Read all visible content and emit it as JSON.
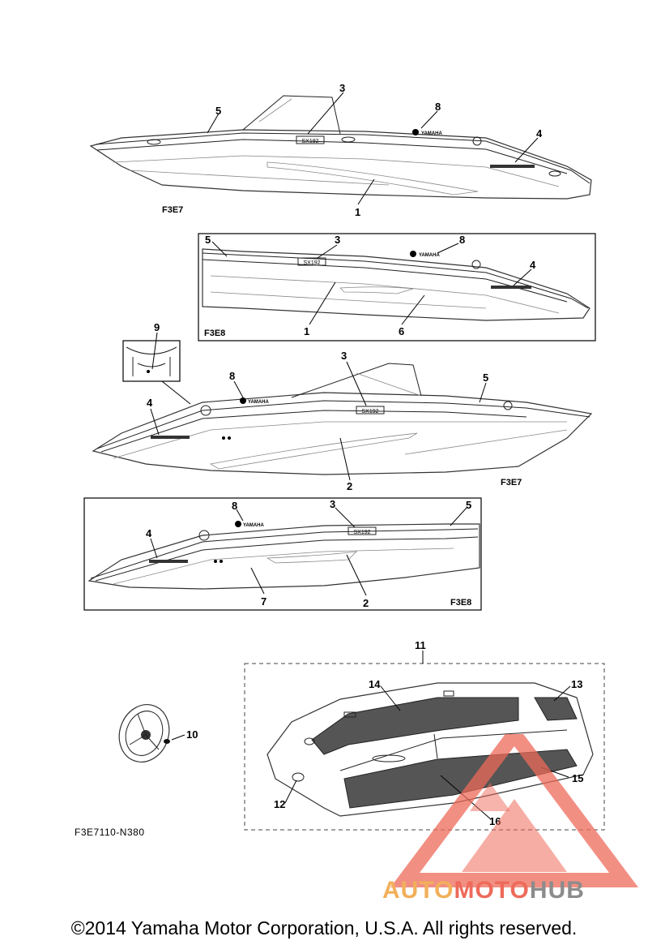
{
  "callouts": {
    "c1a": "1",
    "c3a": "3",
    "c4a": "4",
    "c5a": "5",
    "c8a": "8",
    "c1b": "1",
    "c3b": "3",
    "c4b": "4",
    "c5b": "5",
    "c6b": "6",
    "c8b": "8",
    "c2c": "2",
    "c3c": "3",
    "c4c": "4",
    "c5c": "5",
    "c8c": "8",
    "c9c": "9",
    "c2d": "2",
    "c3d": "3",
    "c4d": "4",
    "c5d": "5",
    "c7d": "7",
    "c8d": "8",
    "c10": "10",
    "c11": "11",
    "c12": "12",
    "c13": "13",
    "c14": "14",
    "c15": "15",
    "c16": "16"
  },
  "model_codes": {
    "view1": "F3E7",
    "view2": "F3E8",
    "view3": "F3E7",
    "view4": "F3E8"
  },
  "reference_code": "F3E7110-N380",
  "copyright": "©2014 Yamaha Motor Corporation, U.S.A. All rights reserved.",
  "watermark": {
    "auto": "AUTO",
    "moto": "MOTO",
    "hub": "HUB",
    "colors": {
      "auto": "#f2b05a",
      "moto": "#ee6a5a",
      "hub": "#8c8c8c",
      "triangle": "#ee6a5a"
    }
  },
  "decal_text": {
    "brand": "YAMAHA",
    "model": "SX192"
  }
}
